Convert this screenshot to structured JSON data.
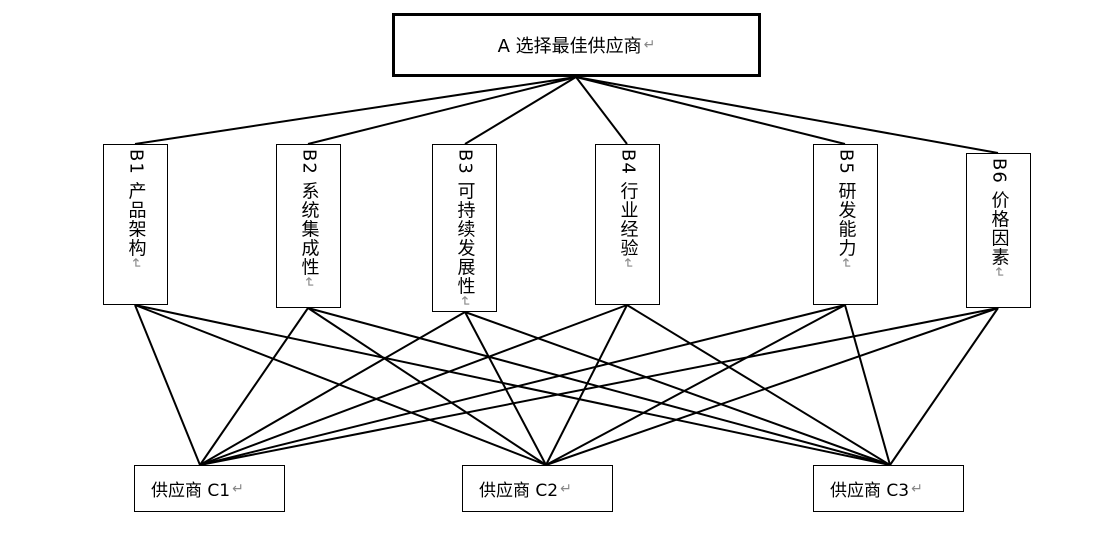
{
  "goal": {
    "label": "A 选择最佳供应商",
    "mark": "↵"
  },
  "criteria": [
    {
      "label": "B1 产品架构",
      "mark": "↵"
    },
    {
      "label": "B2 系统集成性",
      "mark": "↵"
    },
    {
      "label": "B3 可持续发展性",
      "mark": "↵"
    },
    {
      "label": "B4 行业经验",
      "mark": "↵"
    },
    {
      "label": "B5 研发能力",
      "mark": "↵"
    },
    {
      "label": "B6 价格因素",
      "mark": "↵"
    }
  ],
  "alternatives": [
    {
      "label": "供应商 C1",
      "mark": "↵"
    },
    {
      "label": "供应商 C2",
      "mark": "↵"
    },
    {
      "label": "供应商 C3",
      "mark": "↵"
    }
  ]
}
